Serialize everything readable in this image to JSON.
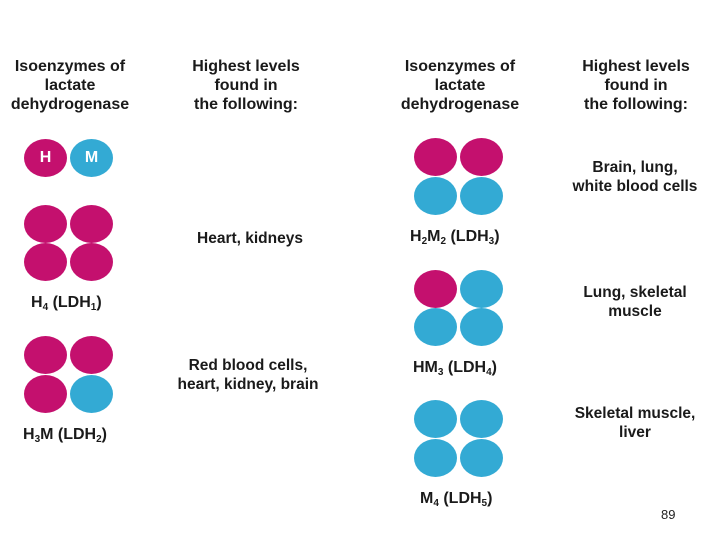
{
  "headers": {
    "col1": [
      "Isoenzymes of",
      "lactate",
      "dehydrogenase"
    ],
    "col2": [
      "Highest levels",
      "found in",
      "the following:"
    ],
    "col3": [
      "Isoenzymes of",
      "lactate",
      "dehydrogenase"
    ],
    "col4": [
      "Highest levels",
      "found in",
      "the following:"
    ]
  },
  "subunits": {
    "h": "H",
    "m": "M"
  },
  "colors": {
    "H": "#c4106e",
    "M": "#33aad4"
  },
  "isoenzymes": [
    {
      "pre": "H",
      "s1": "4",
      "mid": " (LDH",
      "s2": "1",
      "post": ")",
      "sites": [
        "Heart, kidneys"
      ]
    },
    {
      "pre": "H",
      "s1": "3",
      "mid": "M (LDH",
      "s2": "2",
      "post": ")",
      "sites": [
        "Red blood cells,",
        "heart, kidney, brain"
      ]
    },
    {
      "pre": "H",
      "s1": "2",
      "mid": "M",
      "s1b": "2",
      "mid2": " (LDH",
      "s2": "3",
      "post": ")",
      "sites": [
        "Brain, lung,",
        "white blood cells"
      ]
    },
    {
      "pre": "HM",
      "s1": "3",
      "mid": " (LDH",
      "s2": "4",
      "post": ")",
      "sites": [
        "Lung, skeletal",
        "muscle"
      ]
    },
    {
      "pre": "M",
      "s1": "4",
      "mid": " (LDH",
      "s2": "5",
      "post": ")",
      "sites": [
        "Skeletal muscle,",
        "liver"
      ]
    }
  ],
  "page_number": "89"
}
